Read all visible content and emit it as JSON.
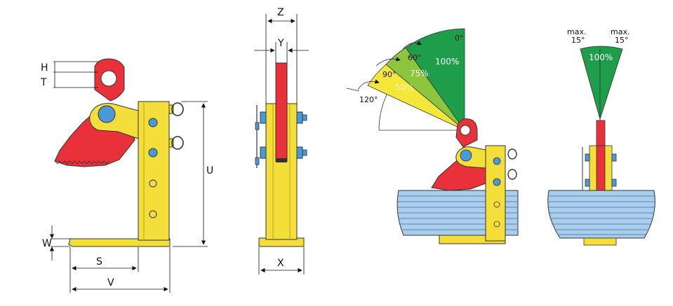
{
  "dimensions": {
    "z": "Z",
    "y": "Y",
    "h": "H",
    "t": "T",
    "u": "U",
    "w": "W",
    "s": "S",
    "v": "V",
    "x": "X"
  },
  "angles": {
    "a0": "0°",
    "a60": "60°",
    "a90": "90°",
    "a120": "120°",
    "max_left_1": "max.",
    "max_left_2": "15°",
    "max_right_1": "max.",
    "max_right_2": "15°"
  },
  "percentages": {
    "p100": "100%",
    "p75": "75%",
    "p50": "50%",
    "p100_side": "100%"
  },
  "colors": {
    "clamp_yellow": "#f4df3a",
    "jaw_red": "#e8313a",
    "sector_green": "#1e9e4a",
    "sector_lightgreen": "#8cc63f",
    "sector_yellow": "#f5e63a",
    "plate_blue": "#a9cdea",
    "plate_line": "#5a86b8"
  }
}
